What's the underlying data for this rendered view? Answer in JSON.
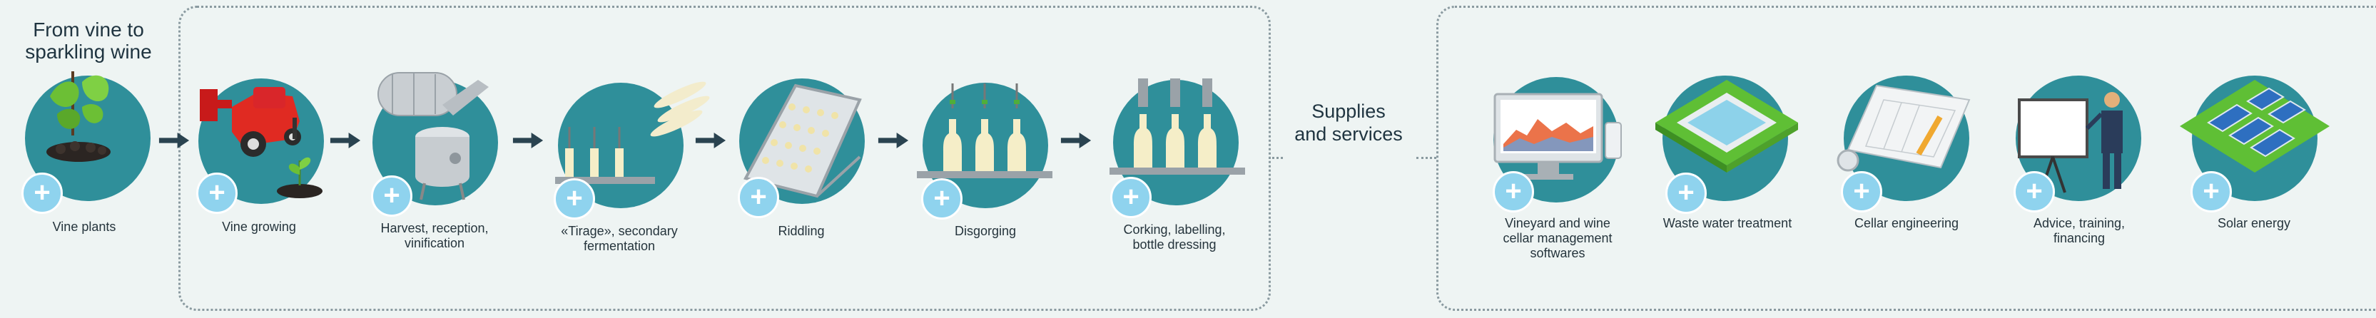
{
  "title": "From vine to\nsparkling wine",
  "middle_label": "Supplies\nand services",
  "colors": {
    "circle": "#2f8f9a",
    "plus": "#8fd3ee",
    "arrow": "#2a4350",
    "background": "#eef4f3"
  },
  "steps": [
    {
      "label": "Vine plants",
      "icon": "vine-plant-icon"
    },
    {
      "label": "Vine growing",
      "icon": "tractor-icon"
    },
    {
      "label": "Harvest, reception,\nvinification",
      "icon": "press-tank-icon"
    },
    {
      "label": "«Tirage», secondary\nfermentation",
      "icon": "tirage-bottles-icon"
    },
    {
      "label": "Riddling",
      "icon": "riddling-rack-icon"
    },
    {
      "label": "Disgorging",
      "icon": "disgorging-icon"
    },
    {
      "label": "Corking, labelling,\nbottle dressing",
      "icon": "corking-icon"
    }
  ],
  "services": [
    {
      "label": "Vineyard and wine\ncellar management\nsoftwares",
      "icon": "computer-icon"
    },
    {
      "label": "Waste water treatment",
      "icon": "water-basin-icon"
    },
    {
      "label": "Cellar engineering",
      "icon": "blueprint-icon"
    },
    {
      "label": "Advice, training,\nfinancing",
      "icon": "presenter-icon"
    },
    {
      "label": "Solar energy",
      "icon": "solar-panel-icon"
    }
  ],
  "plus_symbol": "+"
}
